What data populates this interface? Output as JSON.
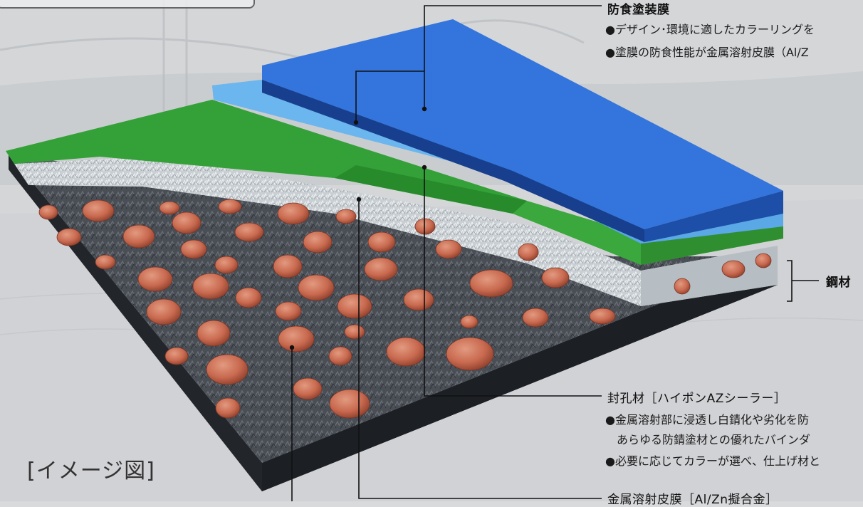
{
  "caption": "[イメージ図]",
  "labels": {
    "coating": {
      "title": "防食塗装膜",
      "bullets": [
        "●デザイン･環境に適したカラーリングを",
        "●塗膜の防食性能が金属溶射皮膜（Al/Z"
      ]
    },
    "steel": {
      "title": "鋼材"
    },
    "sealer": {
      "title": "封孔材［ハイポンAZシーラー］",
      "bullets": [
        "●金属溶射部に浸透し白錆化や劣化を防",
        "　あらゆる防錆塗材との優れたバインダ",
        "●必要に応じてカラーが選べ、仕上げ材と"
      ]
    },
    "spray": {
      "title": "金属溶射皮膜［Al/Zn擬合金］"
    }
  },
  "colors": {
    "top_coat": "#2f6fd8",
    "mid_coat": "#5aa8e6",
    "sealer": "#3aa83c",
    "spray": "#c9cfd3",
    "steel": "#1f2326",
    "rust": "#c8694f"
  }
}
